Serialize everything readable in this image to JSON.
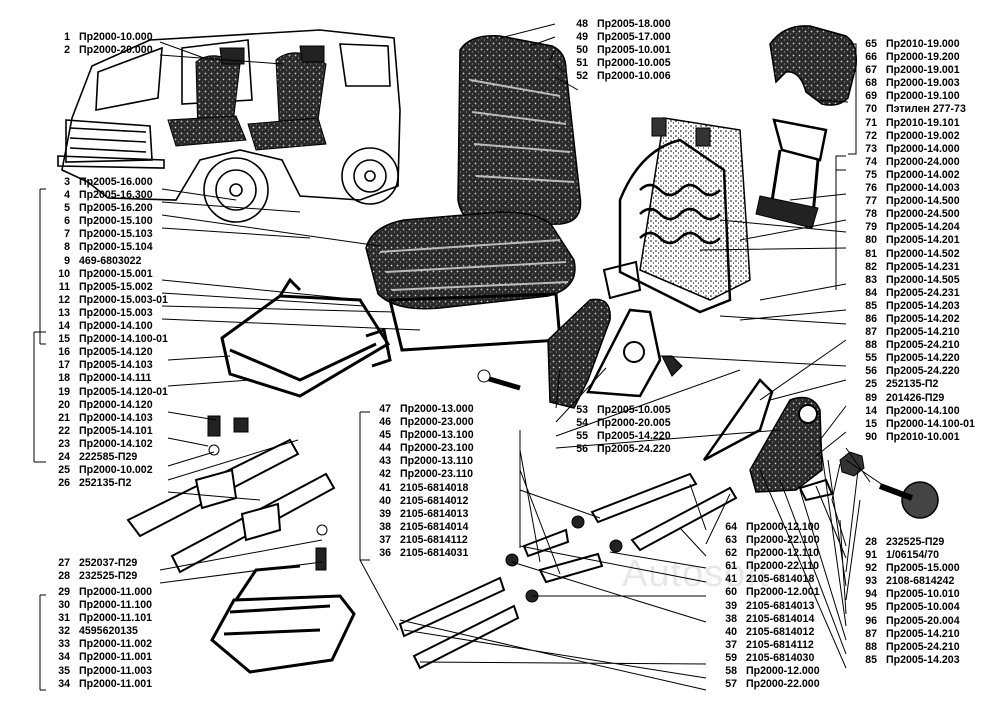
{
  "watermark": "Autosoft",
  "groups": {
    "left_top": [
      [
        "1",
        "Пр2000-10.000"
      ],
      [
        "2",
        "Пр2000-20.000"
      ]
    ],
    "left_mid": [
      [
        "3",
        "Пр2005-16.000"
      ],
      [
        "4",
        "Пр2005-16.300"
      ],
      [
        "5",
        "Пр2005-16.200"
      ],
      [
        "6",
        "Пр2000-15.100"
      ],
      [
        "7",
        "Пр2000-15.103"
      ],
      [
        "8",
        "Пр2000-15.104"
      ],
      [
        "9",
        "469-6803022"
      ],
      [
        "10",
        "Пр2000-15.001"
      ],
      [
        "11",
        "Пр2005-15.002"
      ],
      [
        "12",
        "Пр2000-15.003-01"
      ],
      [
        "13",
        "Пр2000-15.003"
      ],
      [
        "14",
        "Пр2000-14.100"
      ],
      [
        "15",
        "Пр2000-14.100-01"
      ],
      [
        "16",
        "Пр2005-14.120"
      ],
      [
        "17",
        "Пр2005-14.103"
      ],
      [
        "18",
        "Пр2000-14.111"
      ],
      [
        "19",
        "Пр2005-14.120-01"
      ],
      [
        "20",
        "Пр2000-14.120"
      ],
      [
        "21",
        "Пр2000-14.103"
      ],
      [
        "22",
        "Пр2005-14.101"
      ],
      [
        "23",
        "Пр2000-14.102"
      ],
      [
        "24",
        "222585-П29"
      ],
      [
        "25",
        "Пр2000-10.002"
      ],
      [
        "26",
        "252135-П2"
      ]
    ],
    "left_low": [
      [
        "27",
        "252037-П29"
      ],
      [
        "28",
        "232525-П29"
      ]
    ],
    "left_bottom": [
      [
        "29",
        "Пр2000-11.000"
      ],
      [
        "30",
        "Пр2000-11.100"
      ],
      [
        "31",
        "Пр2000-11.101"
      ],
      [
        "32",
        "4595620135"
      ],
      [
        "33",
        "Пр2000-11.002"
      ],
      [
        "34",
        "Пр2000-11.001"
      ],
      [
        "35",
        "Пр2000-11.003"
      ],
      [
        "34",
        "Пр2000-11.001"
      ]
    ],
    "center_top": [
      [
        "48",
        "Пр2005-18.000"
      ],
      [
        "49",
        "Пр2005-17.000"
      ],
      [
        "50",
        "Пр2005-10.001"
      ],
      [
        "51",
        "Пр2000-10.005"
      ],
      [
        "52",
        "Пр2000-10.006"
      ]
    ],
    "center_list": [
      [
        "47",
        "Пр2000-13.000"
      ],
      [
        "46",
        "Пр2000-23.000"
      ],
      [
        "45",
        "Пр2000-13.100"
      ],
      [
        "44",
        "Пр2000-23.100"
      ],
      [
        "43",
        "Пр2000-13.110"
      ],
      [
        "42",
        "Пр2000-23.110"
      ],
      [
        "41",
        "2105-6814018"
      ],
      [
        "40",
        "2105-6814012"
      ],
      [
        "39",
        "2105-6814013"
      ],
      [
        "38",
        "2105-6814014"
      ],
      [
        "37",
        "2105-6814112"
      ],
      [
        "36",
        "2105-6814031"
      ]
    ],
    "center_mid": [
      [
        "53",
        "Пр2005-10.005"
      ],
      [
        "54",
        "Пр2000-20.005"
      ],
      [
        "55",
        "Пр2005-14.220"
      ],
      [
        "56",
        "Пр2005-24.220"
      ]
    ],
    "center_low": [
      [
        "64",
        "Пр2000-12.100"
      ],
      [
        "63",
        "Пр2000-22.100"
      ],
      [
        "62",
        "Пр2000-12.110"
      ],
      [
        "61",
        "Пр2000-22.110"
      ],
      [
        "41",
        "2105-6814018"
      ],
      [
        "60",
        "Пр2000-12.001"
      ],
      [
        "39",
        "2105-6814013"
      ],
      [
        "38",
        "2105-6814014"
      ],
      [
        "40",
        "2105-6814012"
      ],
      [
        "37",
        "2105-6814112"
      ],
      [
        "59",
        "2105-6814030"
      ],
      [
        "58",
        "Пр2000-12.000"
      ],
      [
        "57",
        "Пр2000-22.000"
      ]
    ],
    "right": [
      [
        "65",
        "Пр2010-19.000"
      ],
      [
        "66",
        "Пр2000-19.200"
      ],
      [
        "67",
        "Пр2000-19.001"
      ],
      [
        "68",
        "Пр2000-19.003"
      ],
      [
        "69",
        "Пр2000-19.100"
      ],
      [
        "70",
        "Пэтилен 277-73"
      ],
      [
        "71",
        "Пр2010-19.101"
      ],
      [
        "72",
        "Пр2000-19.002"
      ],
      [
        "73",
        "Пр2000-14.000"
      ],
      [
        "74",
        "Пр2000-24.000"
      ],
      [
        "75",
        "Пр2000-14.002"
      ],
      [
        "76",
        "Пр2000-14.003"
      ],
      [
        "77",
        "Пр2000-14.500"
      ],
      [
        "78",
        "Пр2000-24.500"
      ],
      [
        "79",
        "Пр2005-14.204"
      ],
      [
        "80",
        "Пр2005-14.201"
      ],
      [
        "81",
        "Пр2000-14.502"
      ],
      [
        "82",
        "Пр2005-14.231"
      ],
      [
        "83",
        "Пр2000-14.505"
      ],
      [
        "84",
        "Пр2005-24.231"
      ],
      [
        "85",
        "Пр2005-14.203"
      ],
      [
        "86",
        "Пр2005-14.202"
      ],
      [
        "87",
        "Пр2005-14.210"
      ],
      [
        "88",
        "Пр2005-24.210"
      ],
      [
        "55",
        "Пр2005-14.220"
      ],
      [
        "56",
        "Пр2005-24.220"
      ],
      [
        "25",
        "252135-П2"
      ],
      [
        "89",
        "201426-П29"
      ],
      [
        "14",
        "Пр2000-14.100"
      ],
      [
        "15",
        "Пр2000-14.100-01"
      ],
      [
        "90",
        "Пр2010-10.001"
      ]
    ],
    "right_bottom": [
      [
        "28",
        "232525-П29"
      ],
      [
        "91",
        "1/06154/70"
      ],
      [
        "92",
        "Пр2005-15.000"
      ],
      [
        "93",
        "2108-6814242"
      ],
      [
        "94",
        "Пр2005-10.010"
      ],
      [
        "95",
        "Пр2005-10.004"
      ],
      [
        "96",
        "Пр2005-20.004"
      ],
      [
        "87",
        "Пр2005-14.210"
      ],
      [
        "88",
        "Пр2005-24.210"
      ],
      [
        "85",
        "Пр2005-14.203"
      ]
    ]
  }
}
